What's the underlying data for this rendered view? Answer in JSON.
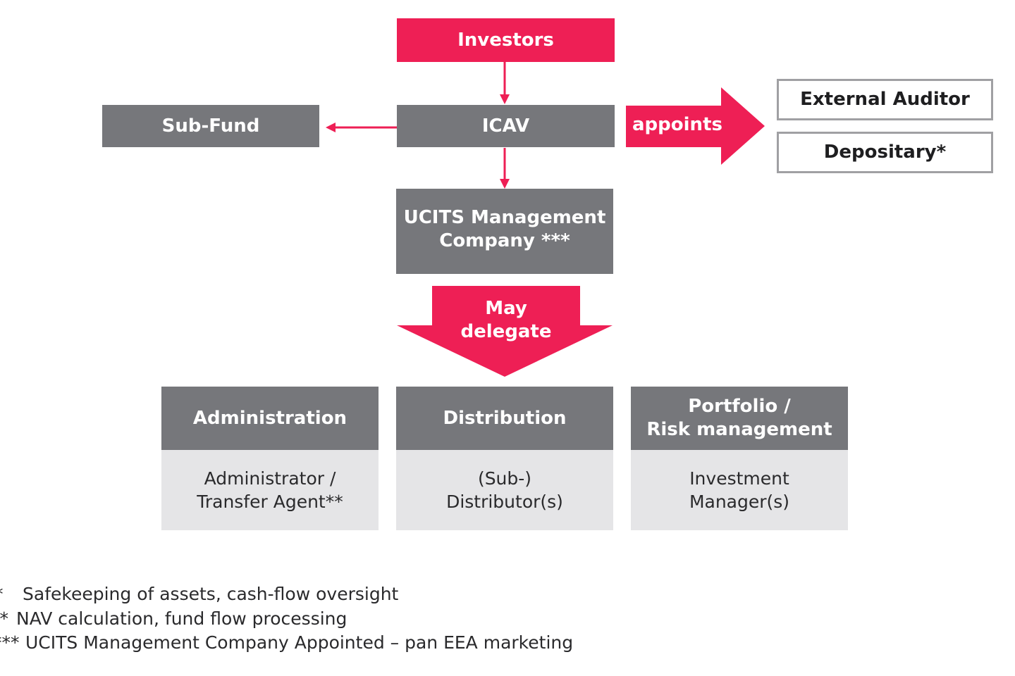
{
  "colors": {
    "accent_pink": "#ee1f55",
    "box_grey": "#76777b",
    "box_light": "#e5e5e7",
    "outline_grey": "#a0a0a3"
  },
  "nodes": {
    "investors": "Investors",
    "icav": "ICAV",
    "sub_fund": "Sub-Fund",
    "ucits": "UCITS Management\nCompany  ***",
    "external_auditor": "External Auditor",
    "depositary": "Depositary*"
  },
  "arrows": {
    "appoints": "appoints",
    "may_delegate": "May\ndelegate"
  },
  "functions": [
    {
      "header": "Administration",
      "body": "Administrator /\nTransfer Agent**"
    },
    {
      "header": "Distribution",
      "body": "(Sub-)\nDistributor(s)"
    },
    {
      "header": "Portfolio /\nRisk management",
      "body": "Investment\nManager(s)"
    }
  ],
  "footnotes": [
    {
      "mark": "*",
      "text": "Safekeeping of assets, cash-flow oversight"
    },
    {
      "mark": "**",
      "text": "NAV calculation, fund flow processing"
    },
    {
      "mark": "***",
      "text": "UCITS Management Company Appointed – pan EEA marketing"
    }
  ]
}
